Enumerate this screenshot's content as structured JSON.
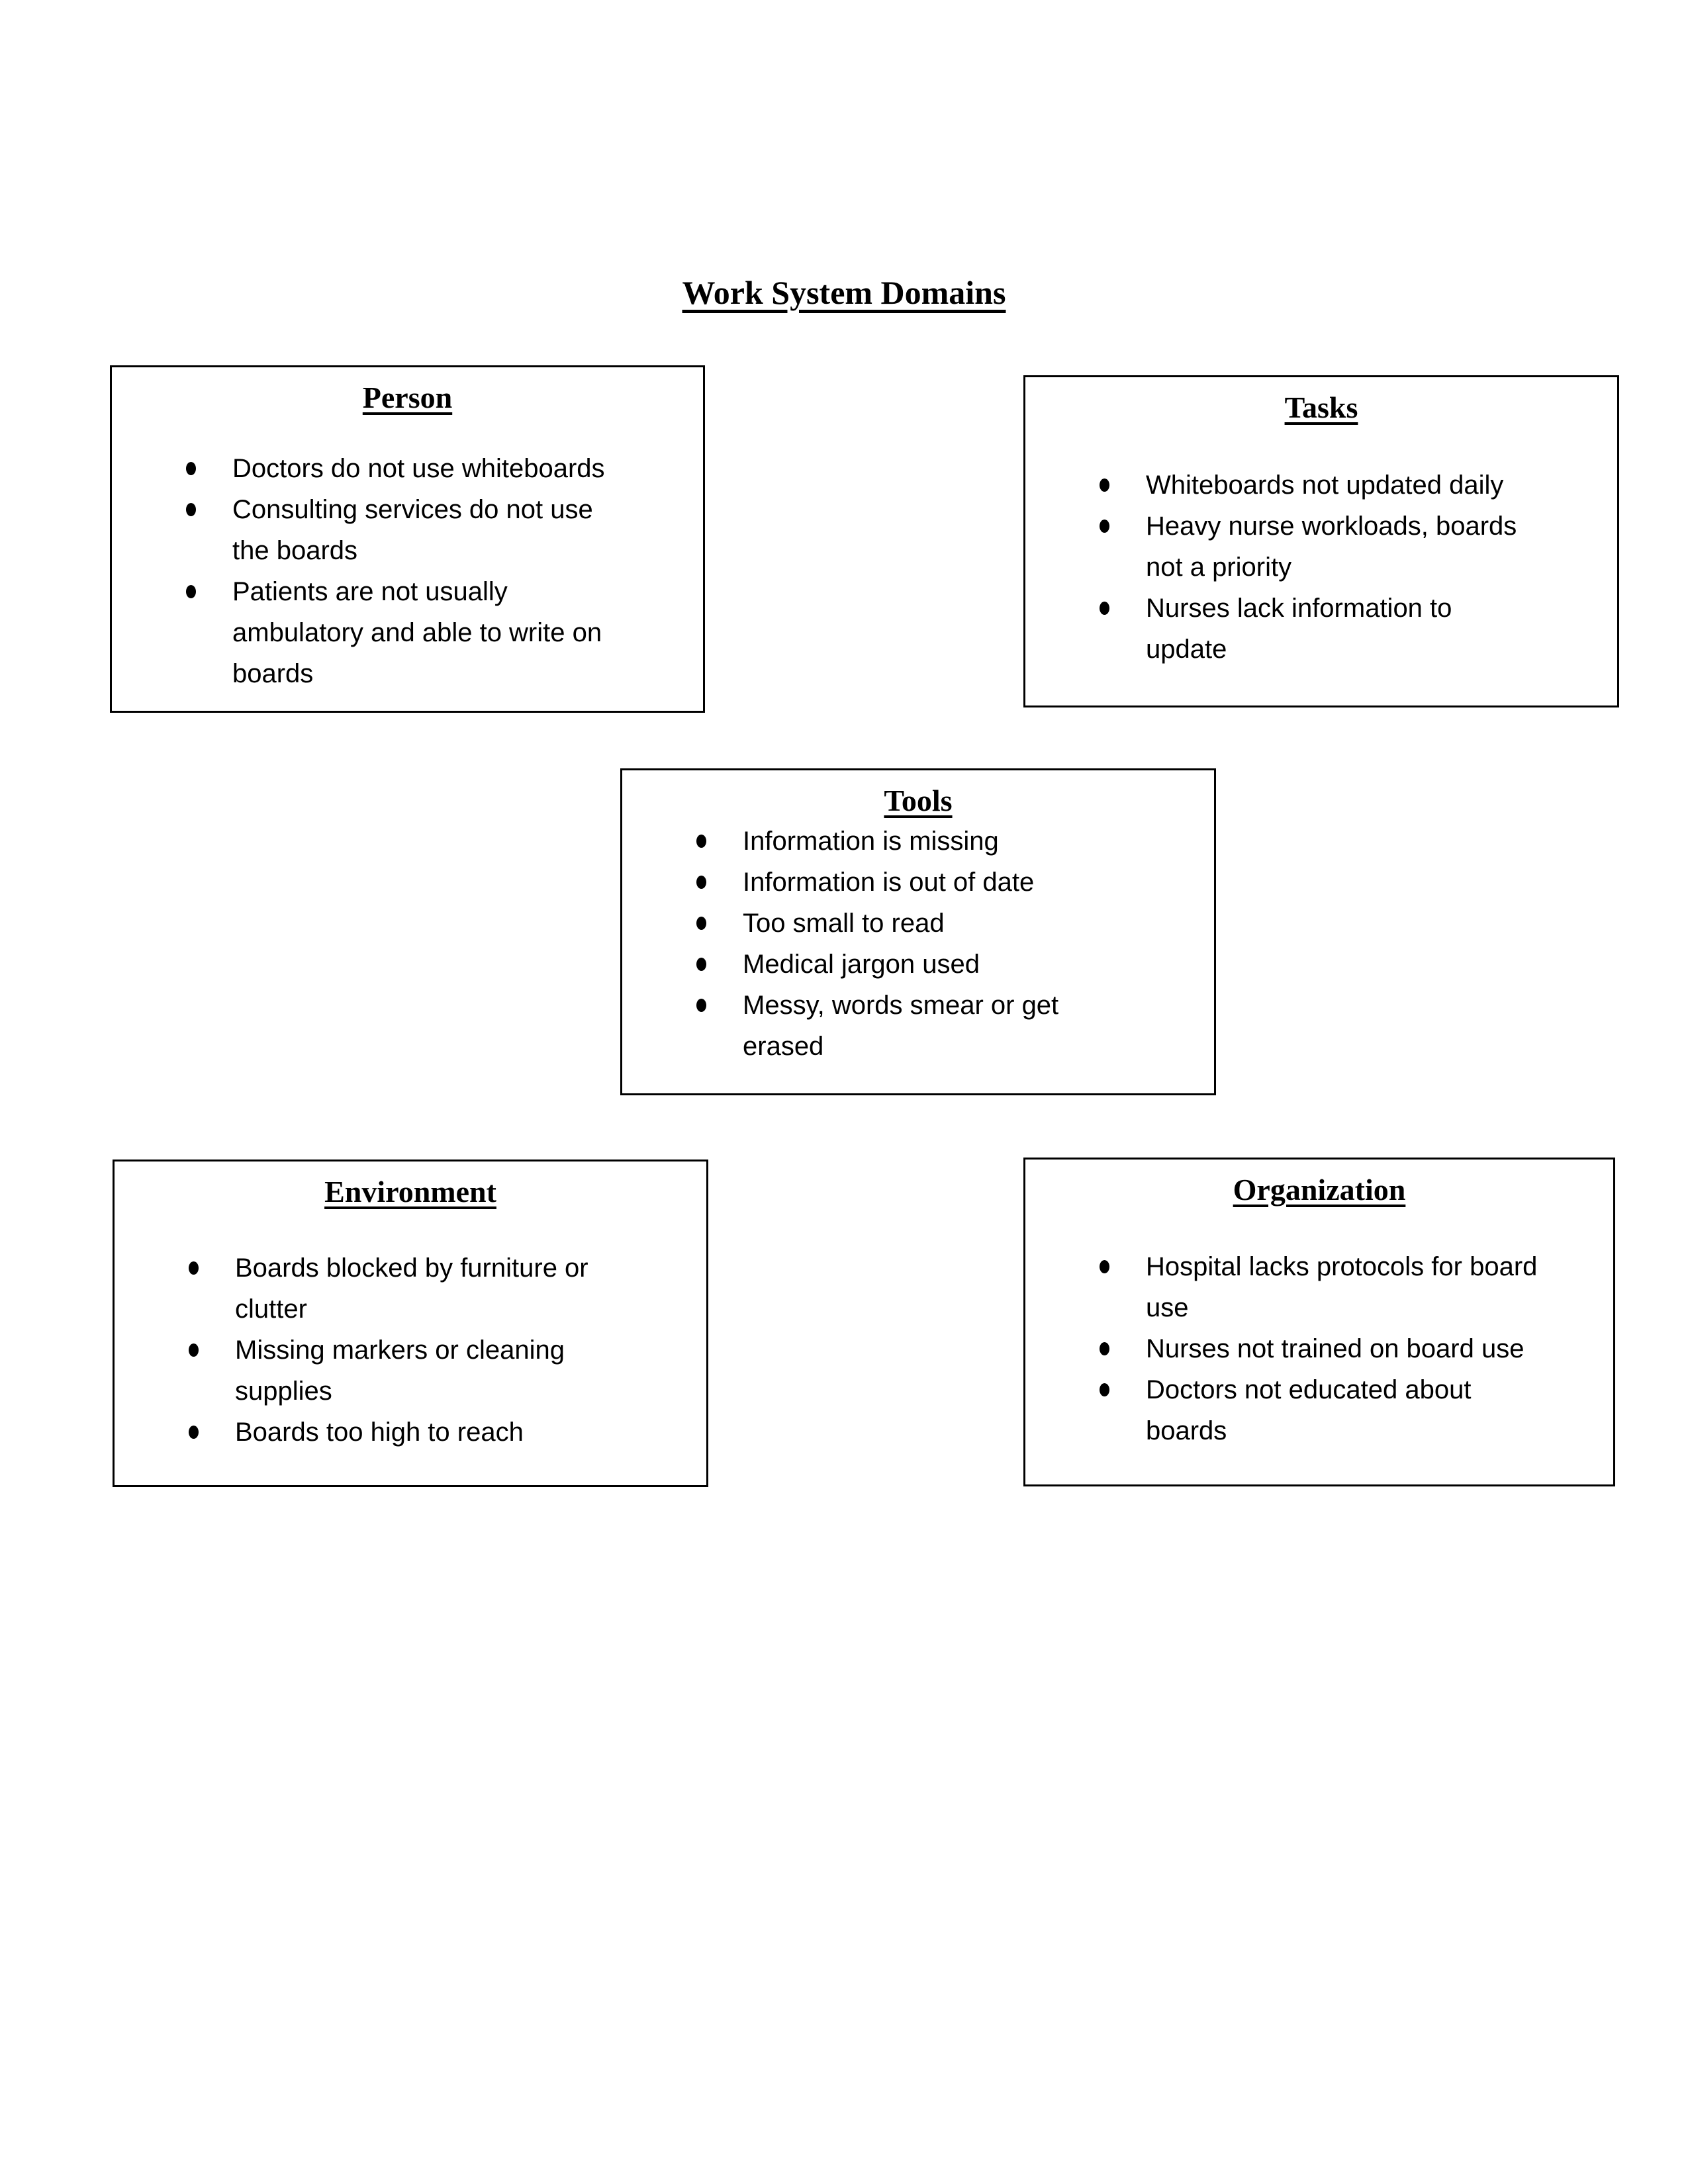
{
  "page": {
    "title": "Work System Domains"
  },
  "boxes": [
    {
      "heading": "Person",
      "items": [
        "Doctors do not use whiteboards",
        "Consulting services do not use\nthe boards",
        "Patients are not usually\nambulatory and able to write on\nboards"
      ]
    },
    {
      "heading": "Tasks",
      "items": [
        "Whiteboards not updated daily",
        "Heavy nurse workloads, boards\nnot a priority",
        "Nurses lack information to\nupdate"
      ]
    },
    {
      "heading": "Tools",
      "items": [
        "Information is missing",
        "Information is out of date",
        "Too small to read",
        "Medical jargon used",
        "Messy, words smear or get\nerased"
      ]
    },
    {
      "heading": "Environment",
      "items": [
        "Boards blocked by furniture or\nclutter",
        "Missing markers or cleaning\nsupplies",
        "Boards too high to reach"
      ]
    },
    {
      "heading": "Organization",
      "items": [
        "Hospital lacks protocols for board\nuse",
        "Nurses not trained on board use",
        "Doctors not educated about\nboards"
      ]
    }
  ]
}
